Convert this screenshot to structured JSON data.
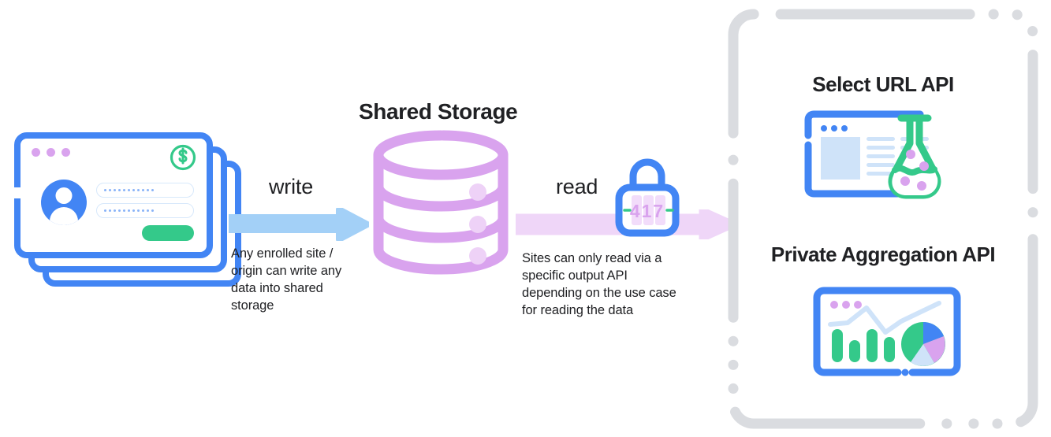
{
  "diagram": {
    "type": "flow-diagram",
    "title_center": "Shared Storage",
    "flow": [
      {
        "id": "sites",
        "label": "Enrolled sites / origins",
        "icon": "stacked-browser-windows-login-icon"
      },
      {
        "id": "write",
        "label": "write",
        "caption": "Any enrolled site / origin can write any data into shared storage",
        "arrow_color": "#a3d0f7",
        "direction": "right"
      },
      {
        "id": "shared-storage",
        "label": "Shared Storage",
        "icon": "database-cylinder-icon",
        "color": "#d9a3ee"
      },
      {
        "id": "read",
        "label": "read",
        "caption": "Sites can only read via a specific output API depending on the use case for reading the data",
        "arrow_color": "#efd6f8",
        "direction": "right",
        "gate_icon": "combination-padlock-icon",
        "gate_value": "417"
      }
    ],
    "output_apis": {
      "container_style": "dashed-rounded-border",
      "border_color": "#dadce0",
      "items": [
        {
          "title": "Select URL API",
          "icon": "browser-window-with-flask-icon"
        },
        {
          "title": "Private Aggregation API",
          "icon": "dashboard-charts-icon"
        }
      ]
    },
    "write_caption_lines": [
      "Any enrolled site /",
      "origin can write any",
      "data into shared",
      "storage"
    ],
    "read_caption_lines": [
      "Sites can only read via a",
      "specific output API",
      "depending on the use case",
      "for reading the data"
    ],
    "write_label": "write",
    "read_label": "read",
    "lock_digits": "417"
  },
  "colors": {
    "blue": "#4285f4",
    "light_blue_arrow": "#a3d0f7",
    "pink_arrow": "#efd6f8",
    "purple": "#d9a3ee",
    "green": "#34c98a",
    "text": "#202124",
    "dashed_gray": "#dadce0",
    "pale_blue_fill": "#cfe3f9"
  }
}
